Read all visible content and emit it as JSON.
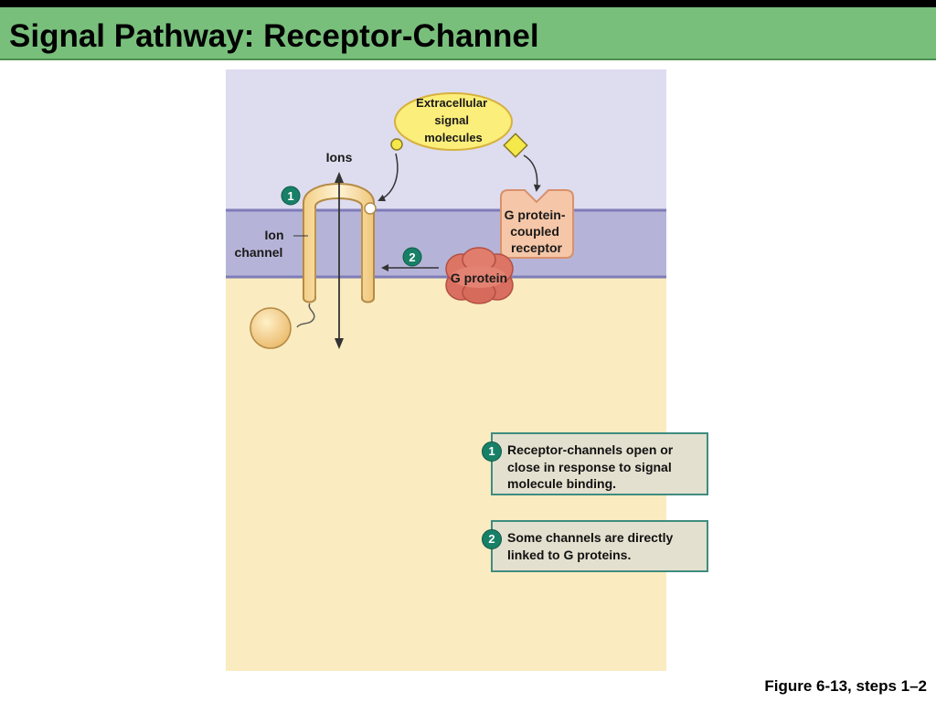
{
  "title": "Signal Pathway: Receptor-Channel",
  "diagram": {
    "extracellular_label": [
      "Extracellular",
      "signal",
      "molecules"
    ],
    "ions_label": "Ions",
    "ion_channel_label": [
      "Ion",
      "channel"
    ],
    "gpcr_label": [
      "G protein-",
      "coupled",
      "receptor"
    ],
    "g_protein_label": "G protein",
    "badges": [
      "1",
      "2"
    ],
    "colors": {
      "extracellular": "#dedcef",
      "membrane": "#b5b4d8",
      "cytoplasm": "#faebc0",
      "channel": "#f6d89a",
      "receptor": "#f5c7a8",
      "g_protein": "#dd7565",
      "signal_bubble": "#fbee7a",
      "badge": "#178066"
    }
  },
  "steps": [
    {
      "number": "1",
      "text": "Receptor-channels open or close in response to signal molecule binding."
    },
    {
      "number": "2",
      "text": "Some channels are directly linked to G proteins."
    }
  ],
  "caption": "Figure 6-13, steps 1–2"
}
